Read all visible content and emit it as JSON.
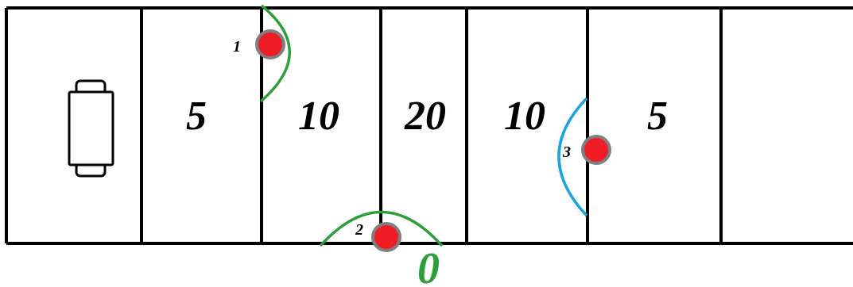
{
  "zones": [
    {
      "label": ""
    },
    {
      "label": "5"
    },
    {
      "label": "10"
    },
    {
      "label": "20"
    },
    {
      "label": "10"
    },
    {
      "label": "5"
    },
    {
      "label": ""
    }
  ],
  "markers": [
    {
      "number": "1",
      "arc_color": "#2e9e3a"
    },
    {
      "number": "2",
      "arc_color": "#2e9e3a"
    },
    {
      "number": "3",
      "arc_color": "#1aa3e0"
    }
  ],
  "outcome_score": "0",
  "colors": {
    "line": "#000000",
    "marker_fill": "#ee1c24",
    "marker_stroke": "#7f7f7f",
    "score_green": "#2e9e3a"
  },
  "icons": [
    "car-top-view-icon"
  ]
}
